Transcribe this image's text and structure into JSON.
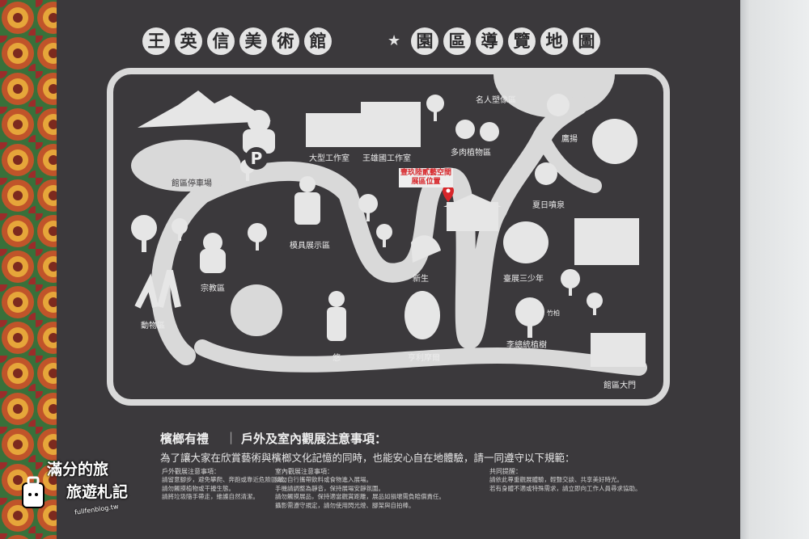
{
  "title": {
    "left_chars": [
      "王",
      "英",
      "信",
      "美",
      "術",
      "館"
    ],
    "separator": "★",
    "right_chars": [
      "園",
      "區",
      "導",
      "覽",
      "地",
      "圖"
    ]
  },
  "map_labels": {
    "statue_area": "名人塑像區",
    "eagle": "鷹揚",
    "big_studio": "大型工作室",
    "wang_studio": "王雄國工作室",
    "succulent": "多肉植物區",
    "parking_symbol": "P",
    "parking": "館區停車場",
    "exhibit_space_line1": "壹玖陸貳藝空間",
    "exhibit_space_line2": "展區位置",
    "summer_fountain": "夏日噴泉",
    "model_area": "模具展示區",
    "religion": "宗教區",
    "animals": "動物區",
    "newborn": "新生",
    "youth": "臺展三少年",
    "bamboo": "竹柏",
    "wait": "悠",
    "henry_moore": "亨利摩爾",
    "lee_tree": "李總統植樹",
    "main_gate": "館區大門"
  },
  "notice": {
    "heading": "檳榔有禮",
    "separator": "|",
    "title": "戶外及室內觀展注意事項：",
    "intro": "為了讓大家在欣賞藝術與檳榔文化記憶的同時，也能安心自在地體驗，請一同遵守以下規範：",
    "columns": [
      {
        "title": "戶外觀展注意事項：",
        "items": [
          "請留意腳步，避免攀爬、奔跑或靠近危險區域。",
          "請勿觸摸植物或干擾生態。",
          "請將垃圾隨手帶走，維護自然清潔。"
        ]
      },
      {
        "title": "室內觀展注意事項：",
        "items": [
          "請勿自行攜帶飲料或食物進入展場。",
          "手機請調整為靜音，保持展場安靜氛圍。",
          "請勿觸摸展品，保持適當觀賞距離，展品如損壞需負賠償責任。",
          "攝影需遵守規定，請勿使用閃光燈、腳架與自拍棒。"
        ]
      },
      {
        "title": "共同提醒：",
        "items": [
          "請依此尊重觀展體驗，輕聲交談、共享美好時光。",
          "若有身體不適或特殊需求，請立即向工作人員尋求協助。"
        ]
      }
    ]
  },
  "watermark": {
    "line1": "滿分的旅",
    "line2": "旅遊札記",
    "url": "fullfenblog.tw"
  },
  "colors": {
    "board": "#3b393c",
    "path": "#d9d9d9",
    "marker": "#d7262a"
  },
  "icons": [
    "parking-icon",
    "location-pin-icon",
    "tree-icon",
    "star-icon"
  ]
}
